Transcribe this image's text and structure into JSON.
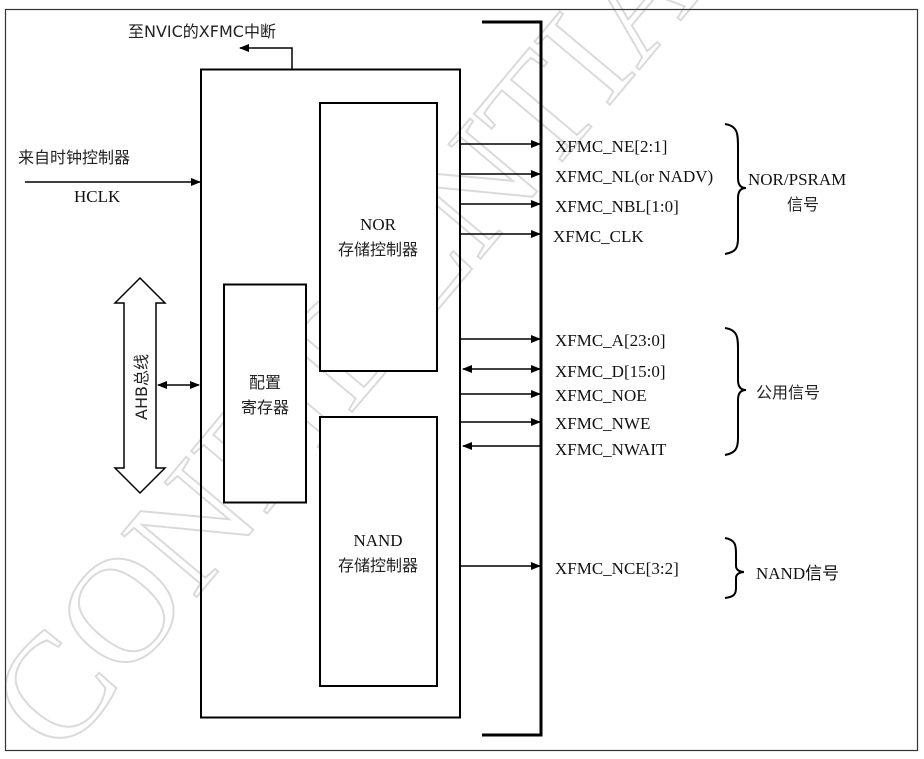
{
  "diagram": {
    "title": "XFMC block diagram",
    "watermark": "CONFIDENTIAL",
    "interrupt_label": "至NVIC的XFMC中断",
    "clock": {
      "source_label": "来自时钟控制器",
      "signal_label": "HCLK"
    },
    "bus_label": "AHB总线",
    "blocks": {
      "config_register": [
        "配置",
        "寄存器"
      ],
      "nor_controller": [
        "NOR",
        "存储控制器"
      ],
      "nand_controller": [
        "NAND",
        "存储控制器"
      ]
    },
    "signal_groups": [
      {
        "name": "NOR/PSRAM信号",
        "label_lines": [
          "NOR/PSRAM",
          "信号"
        ],
        "signals": [
          {
            "name": "XFMC_NE[2:1]",
            "direction": "out"
          },
          {
            "name": "XFMC_NL(or NADV)",
            "direction": "out"
          },
          {
            "name": "XFMC_NBL[1:0]",
            "direction": "out"
          },
          {
            "name": "XFMC_CLK",
            "direction": "out"
          }
        ]
      },
      {
        "name": "公用信号",
        "label_lines": [
          "公用信号"
        ],
        "signals": [
          {
            "name": "XFMC_A[23:0]",
            "direction": "out"
          },
          {
            "name": "XFMC_D[15:0]",
            "direction": "bidirectional"
          },
          {
            "name": "XFMC_NOE",
            "direction": "out"
          },
          {
            "name": "XFMC_NWE",
            "direction": "out"
          },
          {
            "name": "XFMC_NWAIT",
            "direction": "in"
          }
        ]
      },
      {
        "name": "NAND信号",
        "label_lines": [
          "NAND信号"
        ],
        "signals": [
          {
            "name": "XFMC_NCE[3:2]",
            "direction": "out"
          }
        ]
      }
    ]
  }
}
